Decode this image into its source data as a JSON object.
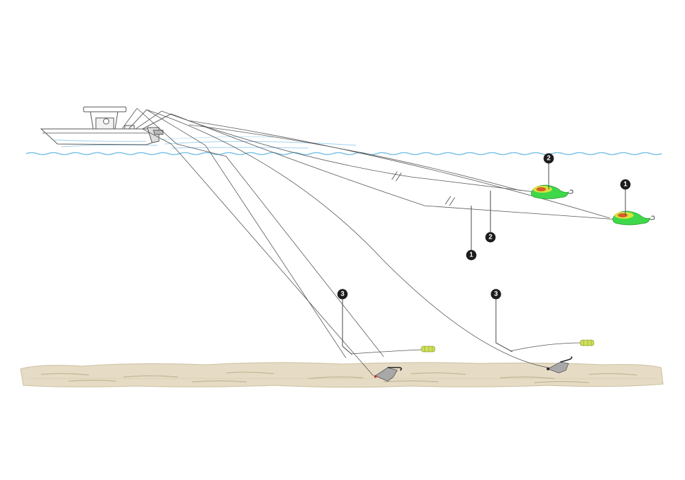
{
  "diagram": {
    "callouts": [
      {
        "id": "surface-lure-2",
        "number": "2"
      },
      {
        "id": "surface-lure-1",
        "number": "1"
      },
      {
        "id": "line-2",
        "number": "2"
      },
      {
        "id": "line-1",
        "number": "1"
      },
      {
        "id": "bottom-rig-a",
        "number": "3"
      },
      {
        "id": "bottom-rig-b",
        "number": "3"
      }
    ],
    "colors": {
      "water": "#7fc4e6",
      "sand": "#e6dcc5",
      "sand_dark": "#cbbf9f",
      "lure_green": "#3fd84a",
      "lure_yellow": "#e9e23a",
      "lure_red": "#d8442a",
      "callout": "#1c1c1c"
    },
    "icons": [
      "boat-icon",
      "lure-icon",
      "sinker-icon",
      "bait-icon"
    ]
  }
}
